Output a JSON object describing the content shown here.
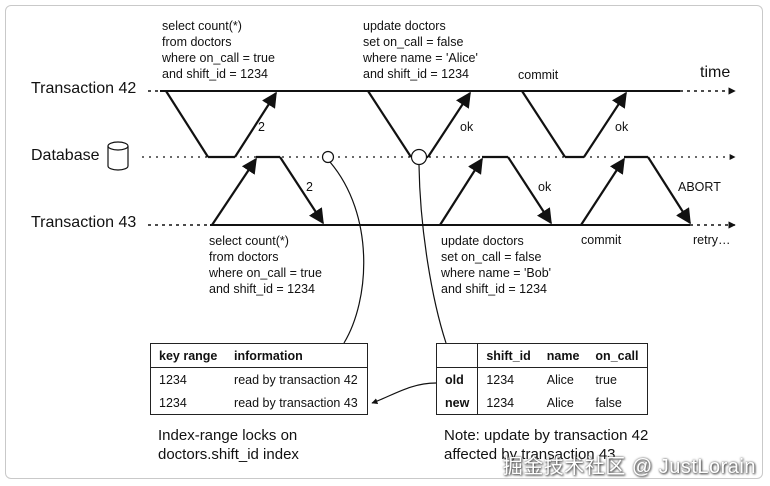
{
  "rows": {
    "t42": "Transaction 42",
    "db": "Database",
    "t43": "Transaction 43",
    "time": "time"
  },
  "t42_ops": {
    "select": [
      "select count(*)",
      "from doctors",
      "where on_call = true",
      "and shift_id = 1234"
    ],
    "update": [
      "update doctors",
      "set on_call = false",
      "where name = 'Alice'",
      "and shift_id = 1234"
    ],
    "commit": "commit",
    "result_count": "2",
    "ok1": "ok",
    "ok2": "ok"
  },
  "t43_ops": {
    "select": [
      "select count(*)",
      "from doctors",
      "where on_call = true",
      "and shift_id = 1234"
    ],
    "update": [
      "update doctors",
      "set on_call = false",
      "where name = 'Bob'",
      "and shift_id = 1234"
    ],
    "commit": "commit",
    "retry": "retry…",
    "result_count": "2",
    "ok": "ok",
    "abort": "ABORT"
  },
  "lock_table": {
    "headers": [
      "key range",
      "information"
    ],
    "rows": [
      [
        "1234",
        "read by transaction 42"
      ],
      [
        "1234",
        "read by transaction 43"
      ]
    ],
    "caption": [
      "Index-range locks on",
      "doctors.shift_id index"
    ]
  },
  "version_table": {
    "headers": [
      "",
      "shift_id",
      "name",
      "on_call"
    ],
    "rows": [
      [
        "old",
        "1234",
        "Alice",
        "true"
      ],
      [
        "new",
        "1234",
        "Alice",
        "false"
      ]
    ],
    "caption": [
      "Note: update by transaction 42",
      "affected by transaction 43"
    ]
  },
  "watermark": "掘金技术社区 @ JustLorain"
}
